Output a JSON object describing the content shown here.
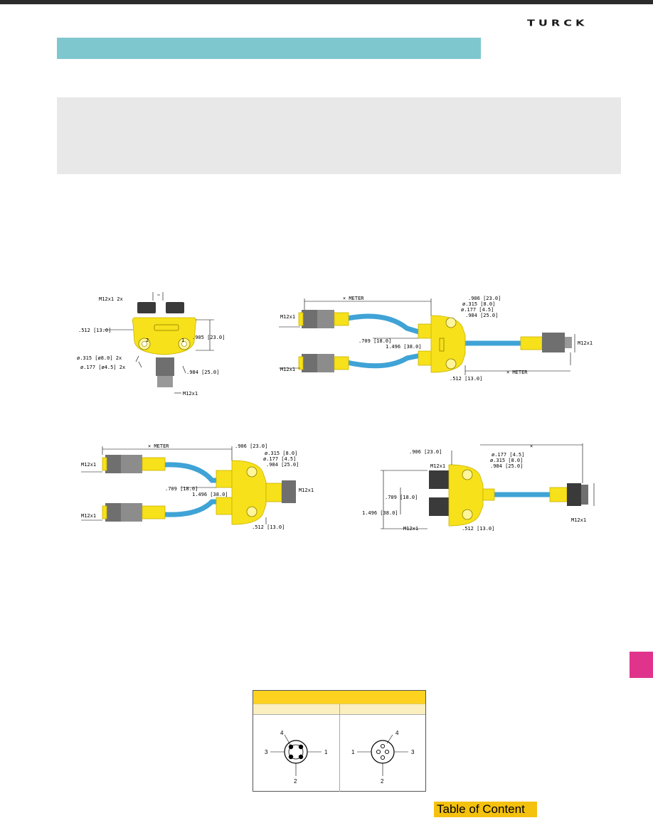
{
  "brand": {
    "logo_text": "TURCK",
    "accent": "#7fc7cf",
    "grey_panel": "#e8e8e9",
    "tab_color": "#e0338c",
    "top_bar": "#2b2b2b"
  },
  "drawing1": {
    "m12_2x": "M12x1  2x",
    "d512": ".512  [13.0]",
    "d905": ".905  [23.0]",
    "d315": "ø.315  [ø8.0]  2x",
    "d177": "ø.177  [ø4.5]  2x",
    "d984": ".984  [25.0]",
    "m12": "M12x1",
    "port2": "2",
    "port1": "1"
  },
  "drawing2": {
    "meter1": "× METER",
    "meter2": "× METER",
    "m12a": "M12x1",
    "m12b": "M12x1",
    "m12c": "M12x1",
    "d906": ".906  [23.0]",
    "d315": "ø.315  [8.0]",
    "d177": "ø.177  [4.5]",
    "d984": ".984  [25.0]",
    "d709": ".709  [18.0]",
    "d1496": "1.496  [38.0]",
    "d512": ".512  [13.0]"
  },
  "drawing3": {
    "meter": "× METER",
    "m12a": "M12x1",
    "m12b": "M12x1",
    "m12c": "M12x1",
    "d906": ".906  [23.0]",
    "d315": "ø.315  [8.0]",
    "d177": "ø.177  [4.5]",
    "d984": ".984  [25.0]",
    "d709": ".709  [18.0]",
    "d1496": "1.496  [38.0]",
    "d512": ".512  [13.0]"
  },
  "drawing4": {
    "x": "×",
    "d906": ".906  [23.0]",
    "d177": "ø.177  [4.5]",
    "d315": "ø.315  [8.0]",
    "d984": ".984  [25.0]",
    "m12a": "M12x1",
    "m12b": "M12x1",
    "m12c": "M12x1",
    "d709": ".709  [18.0]",
    "d1496": "1.496  [38.0]",
    "d512": ".512  [13.0]"
  },
  "pin_table": {
    "header_color": "#ffd21f",
    "male": {
      "p1": "1",
      "p2": "2",
      "p3": "3",
      "p4": "4"
    },
    "female": {
      "p1": "1",
      "p2": "2",
      "p3": "3",
      "p4": "4"
    }
  },
  "footer": {
    "toc_label": "Table of Content"
  }
}
